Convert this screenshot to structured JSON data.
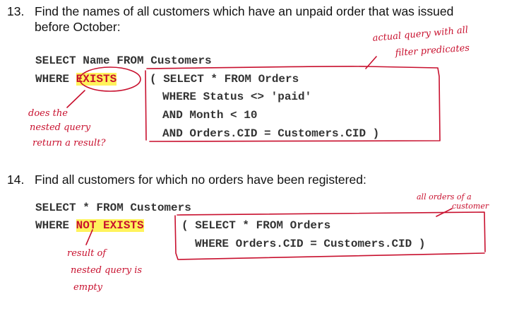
{
  "q13": {
    "number": "13.",
    "line1": "Find the names of all customers which have an unpaid order that was issued",
    "line2": "before October:",
    "sql": {
      "l1": "SELECT Name FROM Customers",
      "where": "WHERE ",
      "kw": "EXISTS",
      "sub1": "( SELECT * FROM Orders",
      "sub2": "WHERE Status <> 'paid'",
      "sub3": "AND Month < 10",
      "sub4": "AND Orders.CID = Customers.CID )"
    },
    "notes": {
      "top1": "actual query with all",
      "top2": "filter predicates",
      "left1": "does the",
      "left2": "nested query",
      "left3": "return a result?"
    }
  },
  "q14": {
    "number": "14.",
    "line1": "Find all customers for which no orders have been registered:",
    "sql": {
      "l1": "SELECT * FROM Customers",
      "where": "WHERE ",
      "kw": "NOT EXISTS",
      "sub1": "( SELECT * FROM Orders",
      "sub2": "WHERE Orders.CID = Customers.CID )"
    },
    "notes": {
      "right1": "all orders of a",
      "right2": "customer",
      "left1": "result of",
      "left2": "nested query is",
      "left3": "empty"
    }
  },
  "colors": {
    "ink": "#c8102e",
    "highlight": "#fff35c"
  }
}
